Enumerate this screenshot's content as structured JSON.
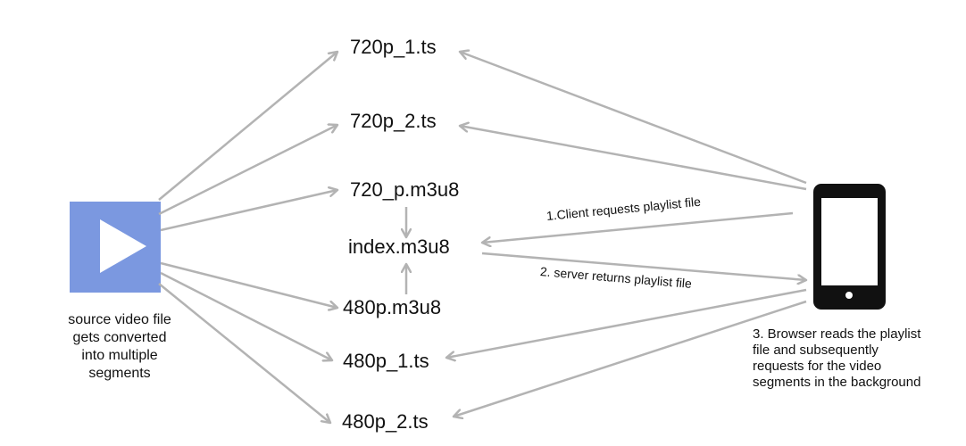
{
  "files": {
    "seg_720_1": "720p_1.ts",
    "seg_720_2": "720p_2.ts",
    "playlist_720": "720_p.m3u8",
    "index": "index.m3u8",
    "playlist_480": "480p.m3u8",
    "seg_480_1": "480p_1.ts",
    "seg_480_2": "480p_2.ts"
  },
  "captions": {
    "source": [
      "source video file",
      "gets converted",
      "into multiple",
      "segments"
    ],
    "browser": [
      "3. Browser reads the playlist",
      "file and subsequently",
      "requests for the video",
      "segments in the background"
    ]
  },
  "steps": {
    "request": "1.Client requests playlist file",
    "response": "2. server returns playlist file"
  },
  "icons": {
    "source": "play-video-icon",
    "device": "smartphone-icon"
  },
  "colors": {
    "arrow": "#b3b3b3",
    "video_icon": "#7b98e0",
    "phone": "#111111"
  }
}
